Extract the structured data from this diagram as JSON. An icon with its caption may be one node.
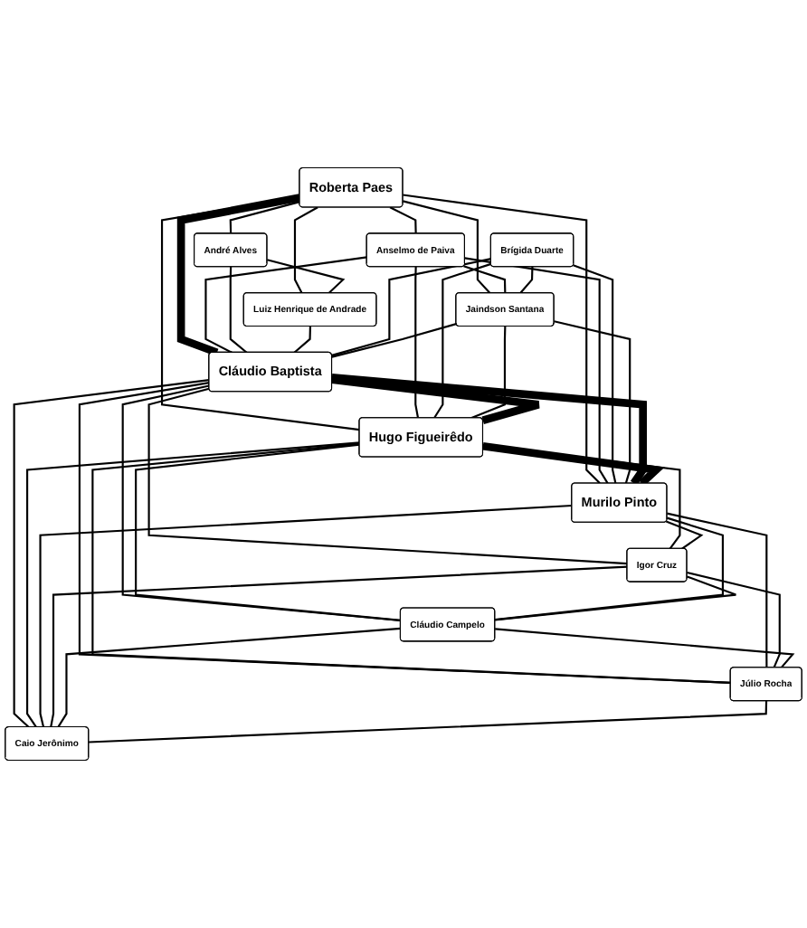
{
  "diagram": {
    "nodes": [
      {
        "text": [
          "Roberta Paes"
        ]
      },
      {
        "text": [
          "Anselmo de Paiva"
        ]
      },
      {
        "text": [
          "André Alves"
        ]
      },
      {
        "text": [
          "Luiz Henrique de Andrade"
        ]
      },
      {
        "text": [
          "Brígida Duarte"
        ]
      },
      {
        "text": [
          "Jaindson Santana"
        ]
      },
      {
        "text": [
          "Cláudio Baptista"
        ]
      },
      {
        "text": [
          "Hugo Figueirêdo"
        ]
      },
      {
        "text": [
          "Murilo Pinto"
        ]
      },
      {
        "text": [
          "Igor Cruz"
        ]
      },
      {
        "text": [
          "Cláudio Campelo"
        ]
      },
      {
        "text": [
          "Júlio Rocha"
        ]
      },
      {
        "text": [
          "Caio Jerônimo"
        ]
      }
    ],
    "edges": [
      {
        "from": 0,
        "to": 1,
        "arrow": "none"
      },
      {
        "from": 0,
        "to": 2,
        "arrow": "none"
      },
      {
        "from": 0,
        "to": 3,
        "arrow": "none"
      },
      {
        "from": 0,
        "to": 6,
        "arrow": "none",
        "style": "thick"
      },
      {
        "from": 0,
        "to": 8,
        "arrow": "none"
      },
      {
        "from": 0,
        "to": 7,
        "arrow": "none"
      },
      {
        "from": 0,
        "to": 5,
        "arrow": "none"
      },
      {
        "from": 1,
        "to": 6,
        "arrow": "none"
      },
      {
        "from": 1,
        "to": 8,
        "arrow": "none"
      },
      {
        "from": 1,
        "to": 7,
        "arrow": "none"
      },
      {
        "from": 1,
        "to": 5,
        "arrow": "none"
      },
      {
        "from": 2,
        "to": 3,
        "arrow": "none"
      },
      {
        "from": 2,
        "to": 6,
        "arrow": "none"
      },
      {
        "from": 3,
        "to": 6,
        "arrow": "none"
      },
      {
        "from": 4,
        "to": 6,
        "arrow": "none"
      },
      {
        "from": 4,
        "to": 5,
        "arrow": "none"
      },
      {
        "from": 4,
        "to": 7,
        "arrow": "none"
      },
      {
        "from": 4,
        "to": 8,
        "arrow": "none"
      },
      {
        "from": 5,
        "to": 6,
        "arrow": "none"
      },
      {
        "from": 5,
        "to": 7,
        "arrow": "none"
      },
      {
        "from": 5,
        "to": 8,
        "arrow": "none"
      },
      {
        "from": 6,
        "to": 7,
        "arrow": "none",
        "style": "thick"
      },
      {
        "from": 6,
        "to": 8,
        "arrow": "none",
        "style": "thick"
      },
      {
        "from": 6,
        "to": 9,
        "arrow": "none"
      },
      {
        "from": 6,
        "to": 10,
        "arrow": "none"
      },
      {
        "from": 6,
        "to": 11,
        "arrow": "none"
      },
      {
        "from": 6,
        "to": 12,
        "arrow": "none"
      },
      {
        "from": 7,
        "to": 8,
        "arrow": "none",
        "style": "thick"
      },
      {
        "from": 7,
        "to": 9,
        "arrow": "none"
      },
      {
        "from": 7,
        "to": 11,
        "arrow": "none"
      },
      {
        "from": 7,
        "to": 10,
        "arrow": "none"
      },
      {
        "from": 7,
        "to": 12,
        "arrow": "none"
      },
      {
        "from": 8,
        "to": 9,
        "arrow": "none"
      },
      {
        "from": 8,
        "to": 11,
        "arrow": "none"
      },
      {
        "from": 8,
        "to": 12,
        "arrow": "none"
      },
      {
        "from": 8,
        "to": 10,
        "arrow": "none"
      },
      {
        "from": 9,
        "to": 11,
        "arrow": "none"
      },
      {
        "from": 9,
        "to": 10,
        "arrow": "none"
      },
      {
        "from": 9,
        "to": 12,
        "arrow": "none"
      },
      {
        "from": 10,
        "to": 11,
        "arrow": "none"
      },
      {
        "from": 10,
        "to": 12,
        "arrow": "none"
      },
      {
        "from": 11,
        "to": 12,
        "arrow": "none"
      }
    ]
  }
}
